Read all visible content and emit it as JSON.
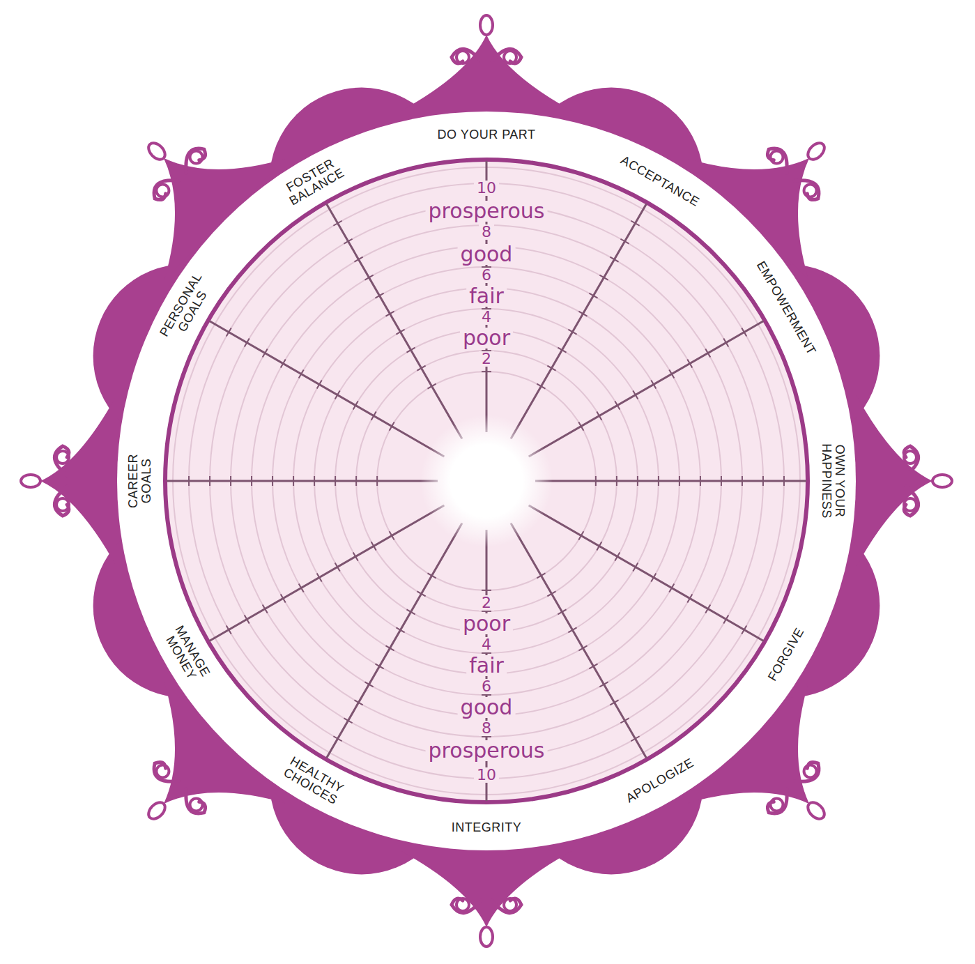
{
  "diagram": {
    "labels": [
      "DO YOUR PART",
      "ACCEPTANCE",
      "EMPOWERMENT",
      "OWN YOUR HAPPINESS",
      "FORGIVE",
      "APOLOGIZE",
      "INTEGRITY",
      "HEALTHY CHOICES",
      "MANAGE MONEY",
      "CAREER GOALS",
      "PERSONAL GOALS",
      "FOSTER BALANCE",
      "10",
      "prosperous",
      "8",
      "good",
      "6",
      "fair",
      "4",
      "poor",
      "2",
      "2",
      "poor",
      "4",
      "fair",
      "6",
      "good",
      "8",
      "prosperous",
      "10"
    ]
  }
}
